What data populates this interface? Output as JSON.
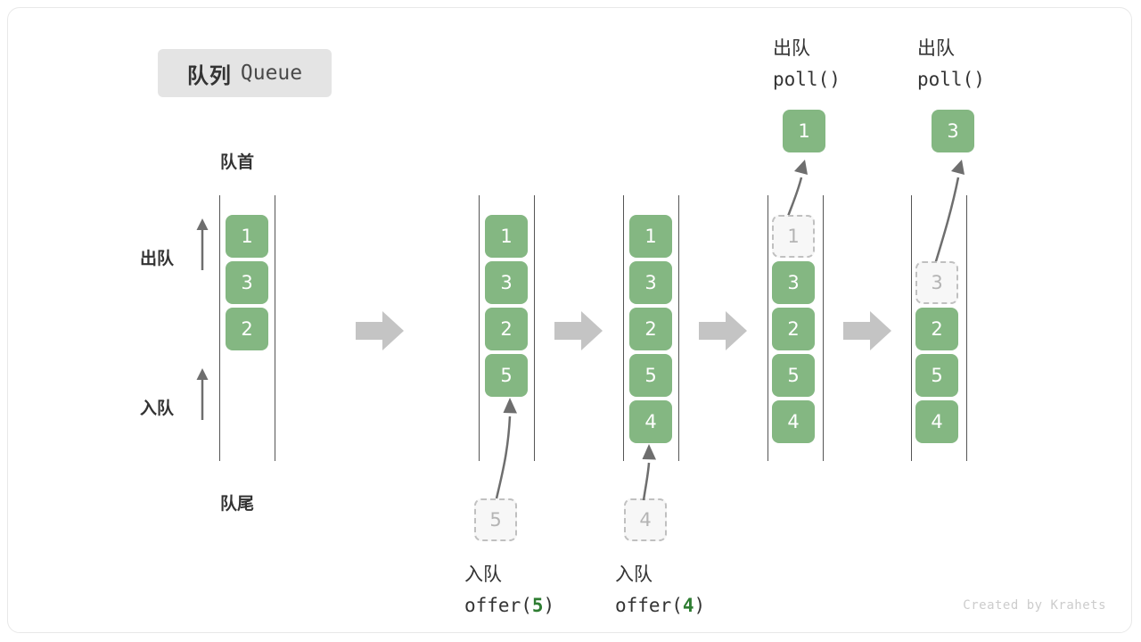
{
  "title": {
    "cn": "队列",
    "en": "Queue"
  },
  "labels": {
    "head": "队首",
    "tail": "队尾",
    "dequeue": "出队",
    "enqueue": "入队"
  },
  "footer": "Created by Krahets",
  "colors": {
    "item_fill": "#84b782",
    "item_text": "#ffffff",
    "ghost_fill": "#f7f7f7",
    "ghost_border": "#c0c0c0",
    "ghost_text": "#b4b4b4",
    "rail": "#555555",
    "block_arrow": "#c4c4c4",
    "curve_arrow": "#6e6e6e",
    "badge_bg": "#e4e4e4",
    "accent_green": "#2e7d32",
    "footer_text": "#cccccc"
  },
  "stages": [
    {
      "id": "initial",
      "items": [
        "1",
        "3",
        "2"
      ],
      "ghost": null,
      "popped": null,
      "caption_cn": null,
      "caption_code": null,
      "caption_num": null
    },
    {
      "id": "offer-5",
      "items": [
        "1",
        "3",
        "2",
        "5"
      ],
      "ghost": {
        "value": "5",
        "position": "bottom"
      },
      "popped": null,
      "caption_cn": "入队",
      "caption_code_prefix": "offer(",
      "caption_num": "5",
      "caption_code_suffix": ")"
    },
    {
      "id": "offer-4",
      "items": [
        "1",
        "3",
        "2",
        "5",
        "4"
      ],
      "ghost": {
        "value": "4",
        "position": "bottom"
      },
      "popped": null,
      "caption_cn": "入队",
      "caption_code_prefix": "offer(",
      "caption_num": "4",
      "caption_code_suffix": ")"
    },
    {
      "id": "poll-1",
      "items": [
        "3",
        "2",
        "5",
        "4"
      ],
      "ghost": {
        "value": "1",
        "position": "top"
      },
      "popped": "1",
      "caption_cn": "出队",
      "caption_code_prefix": "poll(",
      "caption_num": "",
      "caption_code_suffix": ")"
    },
    {
      "id": "poll-3",
      "items": [
        "2",
        "5",
        "4"
      ],
      "ghost": {
        "value": "3",
        "position": "top"
      },
      "popped": "3",
      "caption_cn": "出队",
      "caption_code_prefix": "poll(",
      "caption_num": "",
      "caption_code_suffix": ")"
    }
  ],
  "poll_captions": [
    {
      "cn": "出队",
      "code": "poll()"
    },
    {
      "cn": "出队",
      "code": "poll()"
    }
  ],
  "offer_captions": [
    {
      "cn": "入队",
      "code_prefix": "offer(",
      "num": "5",
      "code_suffix": ")"
    },
    {
      "cn": "入队",
      "code_prefix": "offer(",
      "num": "4",
      "code_suffix": ")"
    }
  ]
}
